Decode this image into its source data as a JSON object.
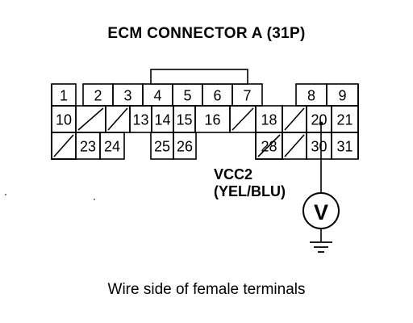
{
  "title": "ECM CONNECTOR A (31P)",
  "caption": "Wire side of female terminals",
  "probe": {
    "label_line1": "VCC2",
    "label_line2": "(YEL/BLU)",
    "meter_symbol": "V"
  },
  "connector": {
    "rows": [
      [
        {
          "label": "1"
        },
        {
          "label": "2"
        },
        {
          "label": "3"
        },
        {
          "label": "4"
        },
        {
          "label": "5"
        },
        {
          "label": "6"
        },
        {
          "label": "7"
        },
        {
          "label": ""
        },
        {
          "label": "8"
        },
        {
          "label": "9"
        }
      ],
      [
        {
          "label": "10"
        },
        {
          "label": ""
        },
        {
          "label": ""
        },
        {
          "label": "13"
        },
        {
          "label": "14"
        },
        {
          "label": "15"
        },
        {
          "label": "16"
        },
        {
          "label": ""
        },
        {
          "label": "18"
        },
        {
          "label": ""
        },
        {
          "label": "20"
        },
        {
          "label": "21"
        }
      ],
      [
        {
          "label": ""
        },
        {
          "label": "23"
        },
        {
          "label": "24"
        },
        {
          "label": ""
        },
        {
          "label": "25"
        },
        {
          "label": "26"
        },
        {
          "label": ""
        },
        {
          "label": ""
        },
        {
          "label": "28"
        },
        {
          "label": ""
        },
        {
          "label": "30"
        },
        {
          "label": "31"
        }
      ]
    ]
  }
}
